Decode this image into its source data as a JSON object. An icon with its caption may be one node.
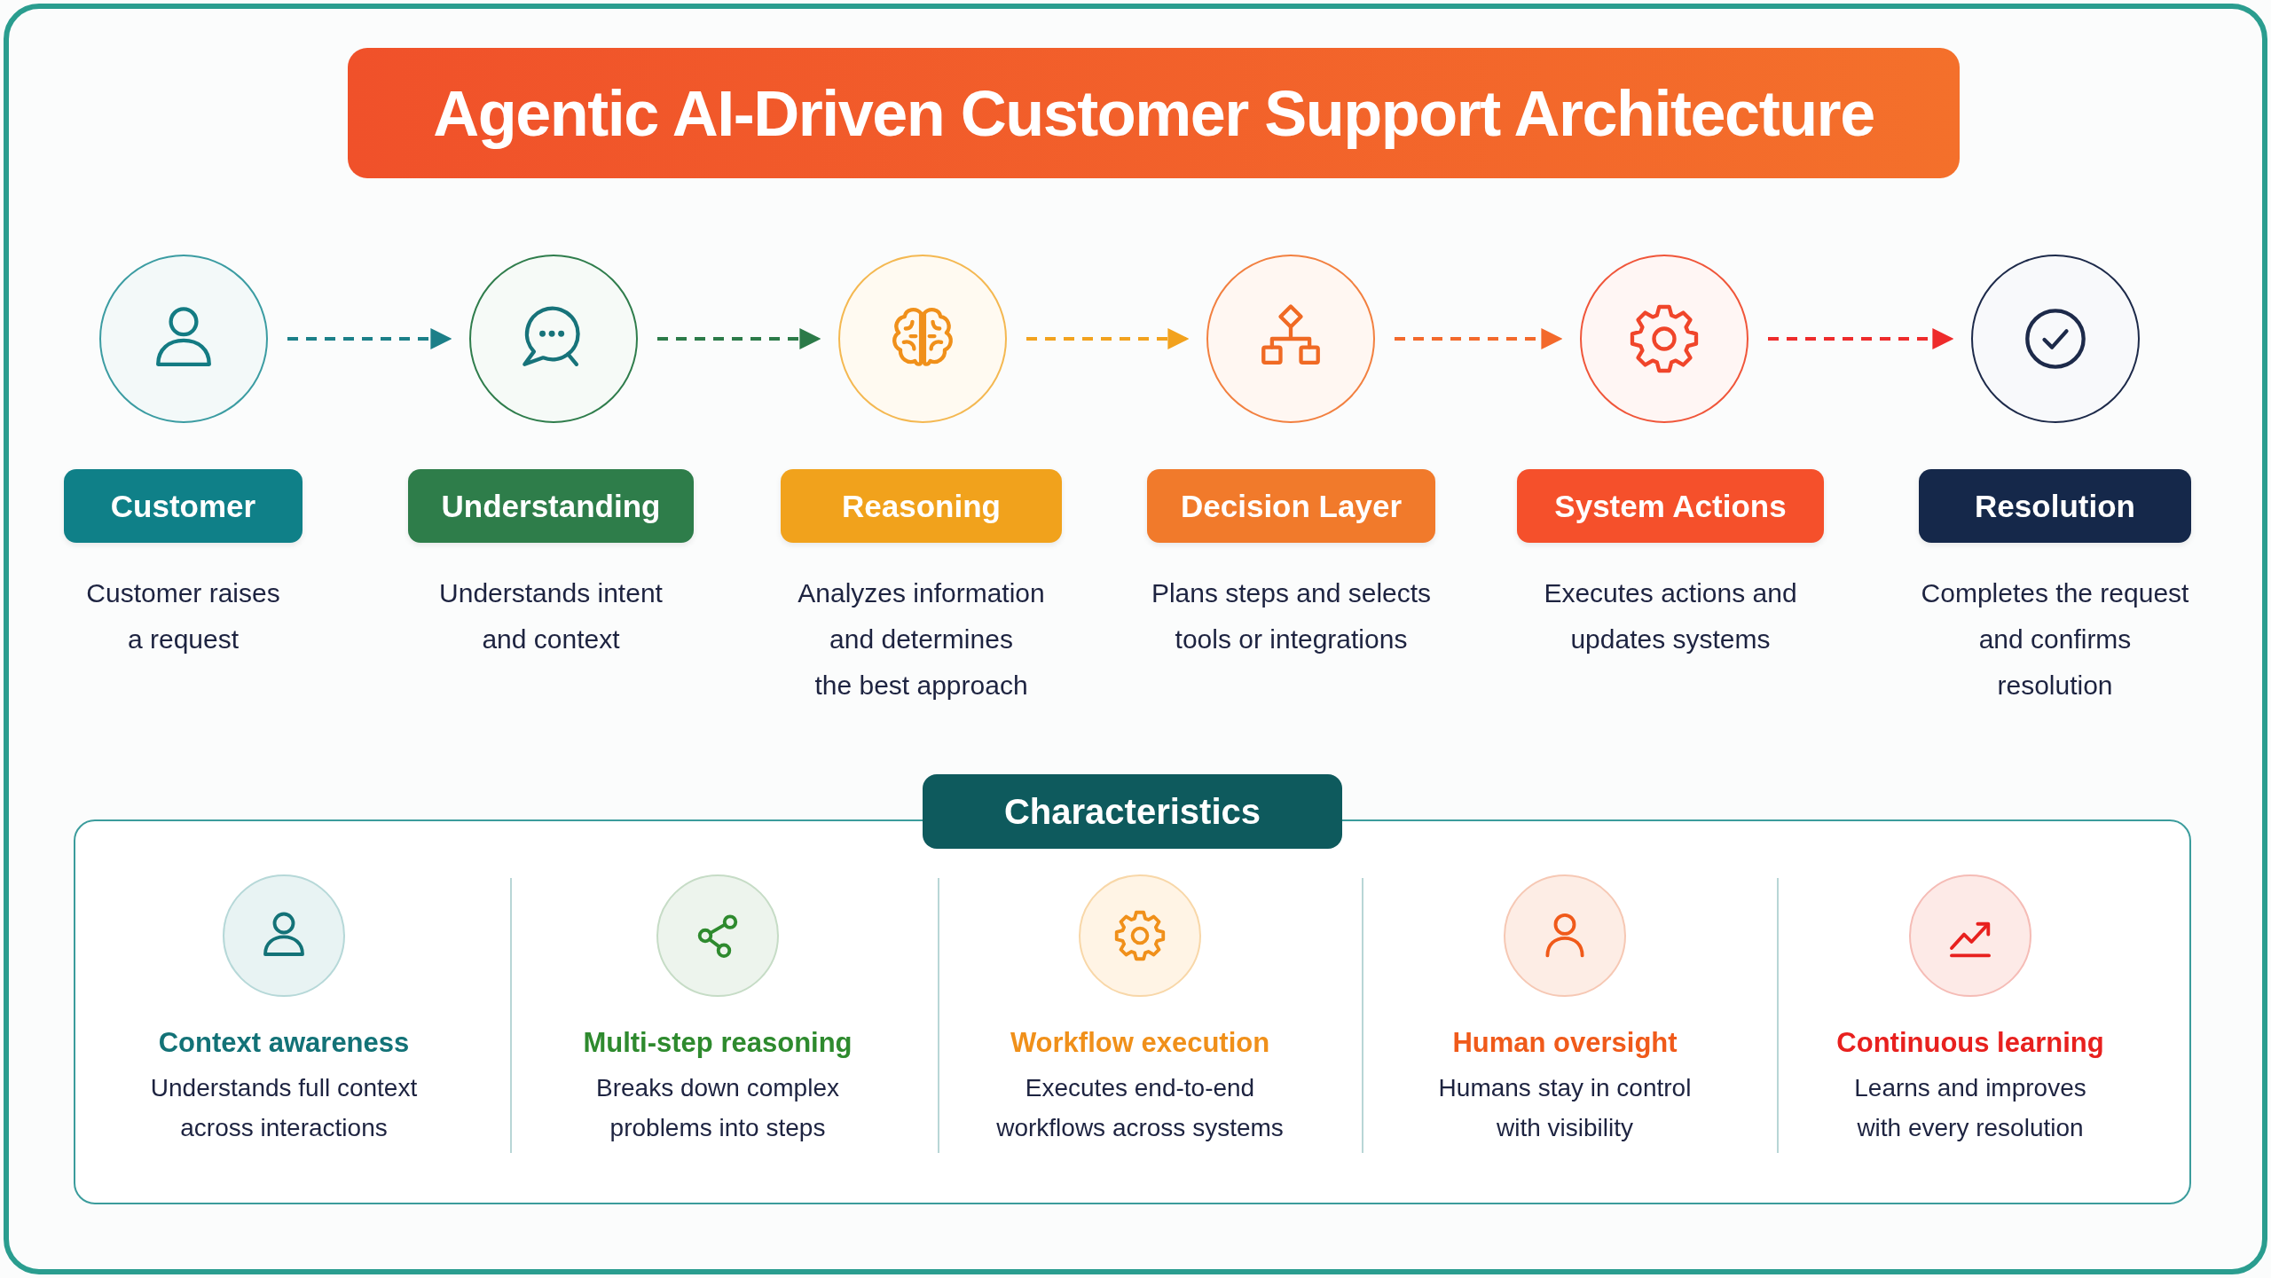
{
  "diagram": {
    "title": "Agentic AI-Driven Customer Support Architecture",
    "nodes": [
      {
        "text": [],
        "shape": "circle"
      },
      {
        "text": [],
        "shape": "circle"
      },
      {
        "text": [],
        "shape": "circle"
      },
      {
        "text": [],
        "shape": "circle"
      },
      {
        "text": [],
        "shape": "circle"
      },
      {
        "text": [],
        "shape": "circle"
      },
      {
        "text": [
          "Customer"
        ],
        "beside": [
          "Customer raises a request"
        ]
      },
      {
        "text": [
          "Understanding"
        ],
        "beside": [
          "Understands intent and context"
        ]
      },
      {
        "text": [
          "Reasoning"
        ],
        "beside": [
          "Analyzes information and determines the best approach"
        ]
      },
      {
        "text": [
          "Decision Layer"
        ],
        "beside": [
          "Plans steps and selects tools or integrations"
        ]
      },
      {
        "text": [
          "System Actions"
        ],
        "beside": [
          "Executes actions and updates systems"
        ]
      },
      {
        "text": [
          "Resolution"
        ],
        "beside": [
          "Completes the request and confirms resolution"
        ]
      },
      {
        "text": [
          "Characteristics"
        ]
      },
      {
        "text": [
          "Context awareness",
          "Understands full context across interactions"
        ],
        "in": 12
      },
      {
        "text": [
          "Multi-step reasoning",
          "Breaks down complex problems into steps"
        ],
        "in": 12
      },
      {
        "text": [
          "Workflow execution",
          "Executes end-to-end workflows across systems"
        ],
        "in": 12
      },
      {
        "text": [
          "Human oversight",
          "Humans stay in control with visibility"
        ],
        "in": 12
      },
      {
        "text": [
          "Continuous learning",
          "Learns and improves with every resolution"
        ],
        "in": 12
      }
    ],
    "edges": [
      {
        "from": 0,
        "to": 1,
        "arrow": "to",
        "style": "dashed",
        "color": "#1b7f88"
      },
      {
        "from": 1,
        "to": 2,
        "arrow": "to",
        "style": "dashed",
        "color": "#2b7a48"
      },
      {
        "from": 2,
        "to": 3,
        "arrow": "to",
        "style": "dashed",
        "color": "#f2a21e"
      },
      {
        "from": 3,
        "to": 4,
        "arrow": "to",
        "style": "dashed",
        "color": "#f3692b"
      },
      {
        "from": 4,
        "to": 5,
        "arrow": "to",
        "style": "dashed",
        "color": "#ee2b2b"
      }
    ]
  }
}
